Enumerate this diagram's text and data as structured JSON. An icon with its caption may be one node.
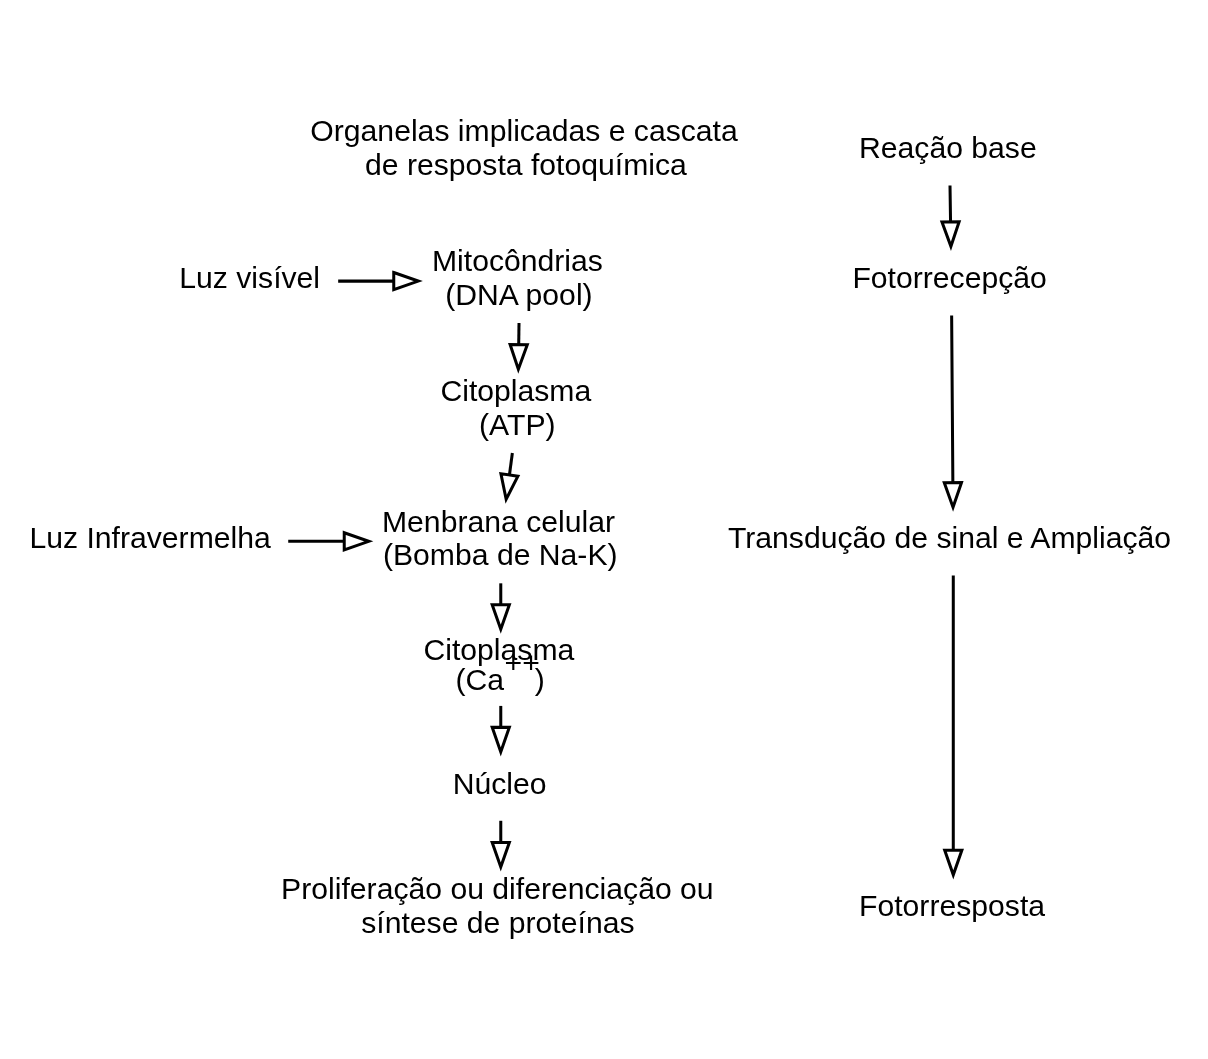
{
  "diagram": {
    "nodes": [
      {
        "text": [
          "Reação base"
        ]
      },
      {
        "text": [
          "Fotorrecepção"
        ]
      },
      {
        "text": [
          "Transdução de sinal e Ampliação"
        ]
      },
      {
        "text": [
          "Fotorresposta"
        ]
      },
      {
        "text": [
          "Mitocôndrias",
          "(DNA pool)"
        ]
      },
      {
        "text": [
          "Citoplasma",
          "(ATP)"
        ]
      },
      {
        "text": [
          "Menbrana celular",
          "(Bomba de Na-K)"
        ]
      },
      {
        "text": [
          "Citoplasma",
          "(Ca$^{++}$)"
        ]
      },
      {
        "text": [
          "Núcleo"
        ]
      },
      {
        "text": [
          "Proliferação ou diferenciação ou síntese de proteínas"
        ]
      },
      {
        "text": [
          "Luz visível"
        ]
      },
      {
        "text": [
          "Luz Infravermelha"
        ]
      }
    ],
    "edges": [
      {
        "from": 0,
        "to": 1,
        "arrow": "to"
      },
      {
        "from": 1,
        "to": 2,
        "arrow": "to"
      },
      {
        "from": 2,
        "to": 3,
        "arrow": "to"
      },
      {
        "from": 4,
        "to": 5,
        "arrow": "to"
      },
      {
        "from": 5,
        "to": 6,
        "arrow": "to"
      },
      {
        "from": 6,
        "to": 7,
        "arrow": "to"
      },
      {
        "from": 7,
        "to": 8,
        "arrow": "to"
      },
      {
        "from": 8,
        "to": 9,
        "arrow": "to"
      },
      {
        "from": 10,
        "to": 4,
        "arrow": "to"
      },
      {
        "from": 11,
        "to": 6,
        "arrow": "to"
      }
    ],
    "labels": [
      "Organelas implicadas e cascata de resposta fotoquímica"
    ]
  }
}
